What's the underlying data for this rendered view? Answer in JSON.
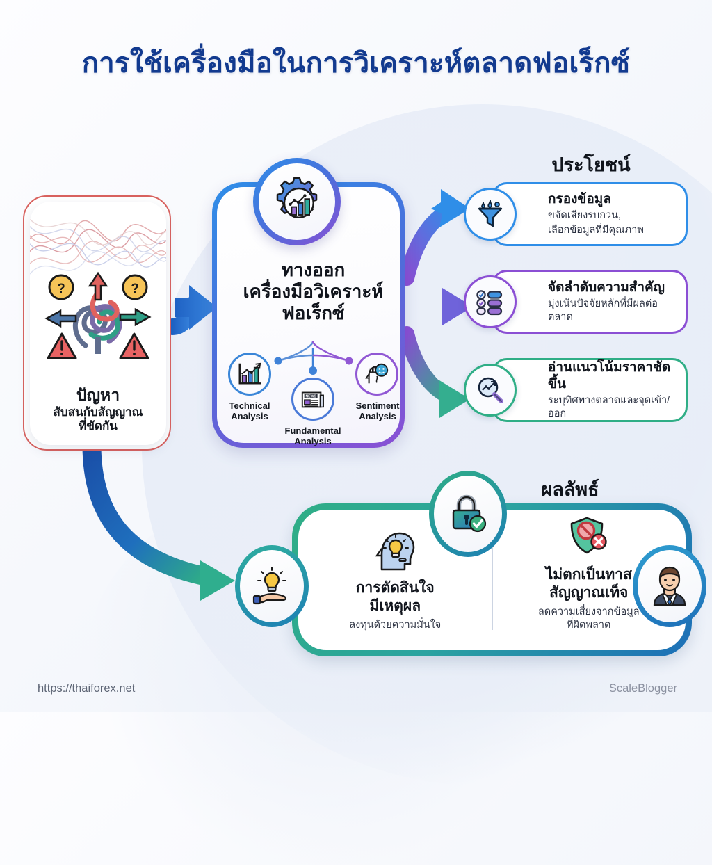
{
  "title": "การใช้เครื่องมือในการวิเคราะห์ตลาดฟอเร็กซ์",
  "colors": {
    "title": "#123a8f",
    "problem_border": "#d9625f",
    "center_blue": "#2f8ee8",
    "center_purple": "#8b4fd4",
    "benefit1": "#2f8ee8",
    "benefit2": "#8b4fd4",
    "benefit3": "#2fae86",
    "results_green": "#2fae86",
    "results_blue": "#1d6fb8"
  },
  "problem": {
    "heading": "ปัญหา",
    "line1": "สับสนกับสัญญาณ",
    "line2": "ที่ขัดกัน",
    "icons": [
      "tangled-arrows-icon",
      "question-coin-icon",
      "warning-triangle-icon",
      "noisy-waves-icon"
    ]
  },
  "center": {
    "badge_icon": "gear-chart-icon",
    "title_line1": "ทางออก",
    "title_line2": "เครื่องมือวิเคราะห์",
    "title_line3": "ฟอเร็กซ์",
    "nodes": [
      {
        "label_line1": "Technical",
        "label_line2": "Analysis",
        "icon": "bar-chart-trend-icon",
        "color": "#3a86d8"
      },
      {
        "label_line1": "Fundamental",
        "label_line2": "Analysis",
        "icon": "newspaper-icon",
        "color": "#4a7ad8"
      },
      {
        "label_line1": "Sentiment",
        "label_line2": "Analysis",
        "icon": "head-sentiment-icon",
        "color": "#9158d4"
      }
    ]
  },
  "benefits": {
    "heading": "ประโยชน์",
    "items": [
      {
        "icon": "funnel-icon",
        "title": "กรองข้อมูล",
        "sub_line1": "ขจัดเสียงรบกวน,",
        "sub_line2": "เลือกข้อมูลที่มีคุณภาพ",
        "color": "#2f8ee8"
      },
      {
        "icon": "checklist-icon",
        "title": "จัดลำดับความสำคัญ",
        "sub_line1": "มุ่งเน้นปัจจัยหลักที่มีผลต่อตลาด",
        "sub_line2": "",
        "color": "#8b4fd4"
      },
      {
        "icon": "magnifier-trend-icon",
        "title": "อ่านแนวโน้มราคาชัดขึ้น",
        "sub_line1": "ระบุทิศทางตลาดและจุดเข้า/ออก",
        "sub_line2": "",
        "color": "#2fae86"
      }
    ]
  },
  "results": {
    "heading": "ผลลัพธ์",
    "top_badge_icon": "lock-check-icon",
    "left_badge_icon": "hand-bulb-icon",
    "right_badge_icon": "businessman-avatar-icon",
    "columns": [
      {
        "icon": "head-bulb-icon",
        "title_line1": "การตัดสินใจ",
        "title_line2": "มีเหตุผล",
        "sub_line1": "ลงทุนด้วยความมั่นใจ",
        "sub_line2": ""
      },
      {
        "icon": "shield-block-icon",
        "title_line1": "ไม่ตกเป็นทาส",
        "title_line2": "สัญญาณเท็จ",
        "sub_line1": "ลดความเสี่ยงจากข้อมูล",
        "sub_line2": "ที่ผิดพลาด"
      }
    ]
  },
  "footer": {
    "url": "https://thaiforex.net",
    "brand": "ScaleBlogger"
  }
}
